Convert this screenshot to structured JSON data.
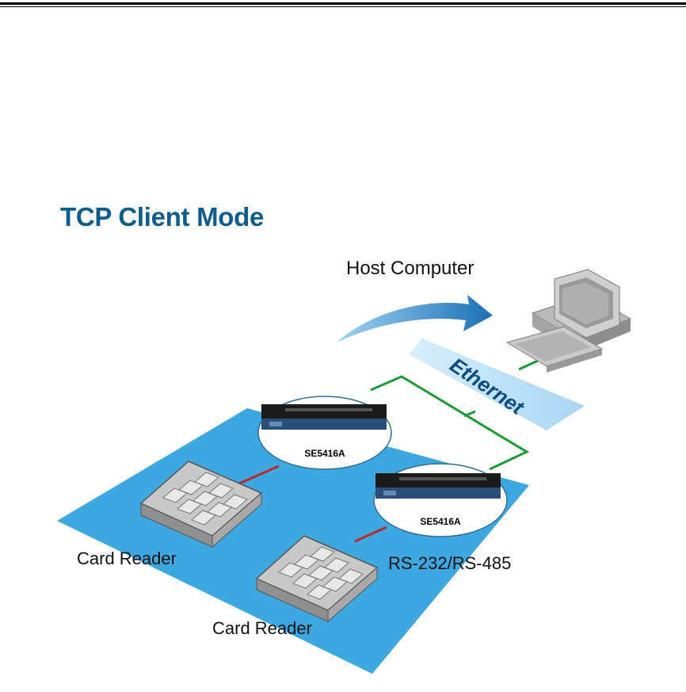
{
  "title": "TCP Client Mode",
  "labels": {
    "host": "Host Computer",
    "network": "Ethernet",
    "device_1": "SE5416A",
    "device_2": "SE5416A",
    "reader_1": "Card Reader",
    "reader_2": "Card Reader",
    "serial": "RS-232/RS-485"
  },
  "colors": {
    "title": "#0c5d8e",
    "platform": "#3da8e0",
    "ethernet_bar": "#bfe0f5",
    "ethernet_text": "#0d4d82",
    "network_line": "#1a9a3a",
    "serial_line": "#c0262c",
    "arrow": "#1b6fb3"
  },
  "icons": [
    "computer-icon",
    "serial-device-icon",
    "card-reader-icon",
    "arrow-icon"
  ]
}
